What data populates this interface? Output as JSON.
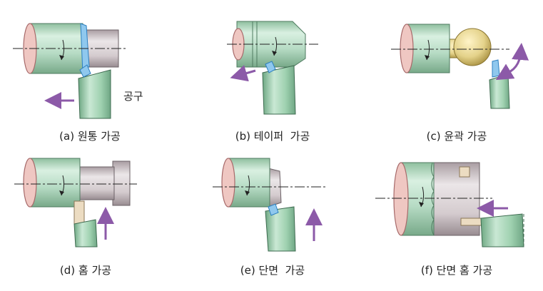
{
  "tool_label": "공구",
  "captions": {
    "a": "(a) 원통 가공",
    "b": "(b) 테이퍼  가공",
    "c": "(c) 윤곽 가공",
    "d": "(d) 홈 가공",
    "e": "(e) 단면  가공",
    "f": "(f) 단면 홈 가공"
  },
  "colors": {
    "work": "#bfe0cc",
    "work_dark": "#7cae92",
    "end_face": "#efc7c2",
    "end_face_stroke": "#a76a6a",
    "steel": "#d8d1d3",
    "sphere": "#e4d28a",
    "tool_body": "#9fd1b0",
    "insert_blue": "#8fc8ee",
    "insert_blue_dark": "#2c7fc0",
    "tan_tool": "#ecdcc2",
    "arrow": "#8c5aa8"
  }
}
